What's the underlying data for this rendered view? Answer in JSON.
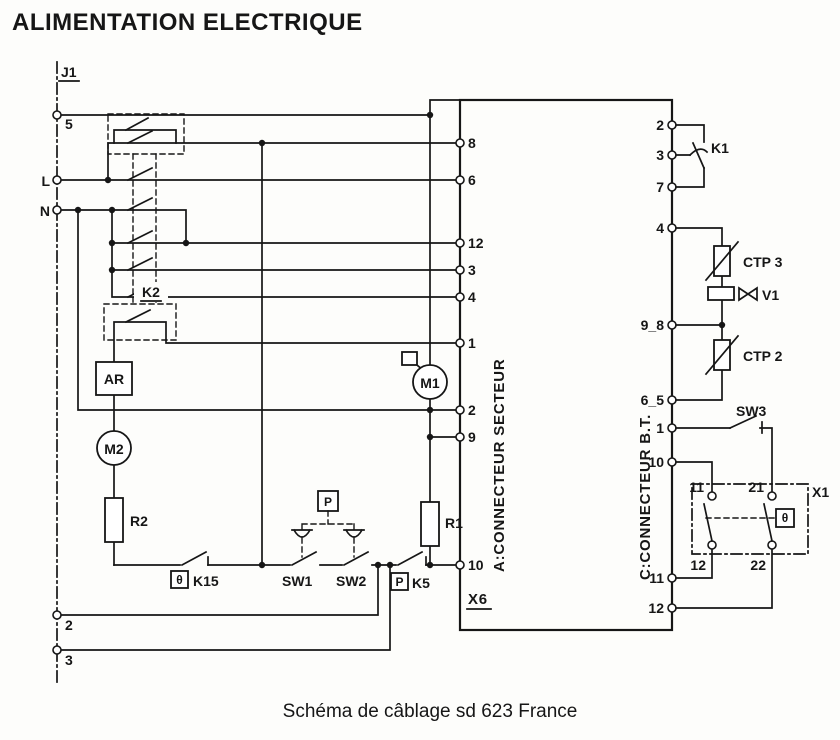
{
  "title": "ALIMENTATION ELECTRIQUE",
  "caption": "Schéma de câblage sd 623 France",
  "rail": {
    "label": "J1",
    "t5": "5",
    "tl": "L",
    "tn": "N",
    "t2": "2",
    "t3": "3"
  },
  "conn_a": {
    "label": "A:CONNECTEUR SECTEUR",
    "ref": "X6",
    "t8": "8",
    "t6": "6",
    "t12": "12",
    "t3": "3",
    "t4": "4",
    "t1": "1",
    "t2": "2",
    "t9": "9",
    "t10": "10"
  },
  "conn_c": {
    "label": "C:CONNECTEUR B.T.",
    "t2": "2",
    "t3": "3",
    "t7": "7",
    "t4": "4",
    "t9_8": "9_8",
    "t6_5": "6_5",
    "t1": "1",
    "t10": "10",
    "t11": "11",
    "t12": "12"
  },
  "right": {
    "k1": "K1",
    "ctp3": "CTP 3",
    "v1": "V1",
    "ctp2": "CTP 2",
    "sw3": "SW3",
    "x1": "X1",
    "x1_t11": "11",
    "x1_t21": "21",
    "x1_t12": "12",
    "x1_t22": "22",
    "x1_theta": "θ"
  },
  "left": {
    "k2": "K2",
    "ar": "AR",
    "m2": "M2",
    "r2": "R2",
    "m1": "M1",
    "r1": "R1",
    "k15": "K15",
    "k15_theta": "θ",
    "sw1": "SW1",
    "sw2": "SW2",
    "k5": "K5",
    "k5_p": "P",
    "p_coupling": "P"
  }
}
